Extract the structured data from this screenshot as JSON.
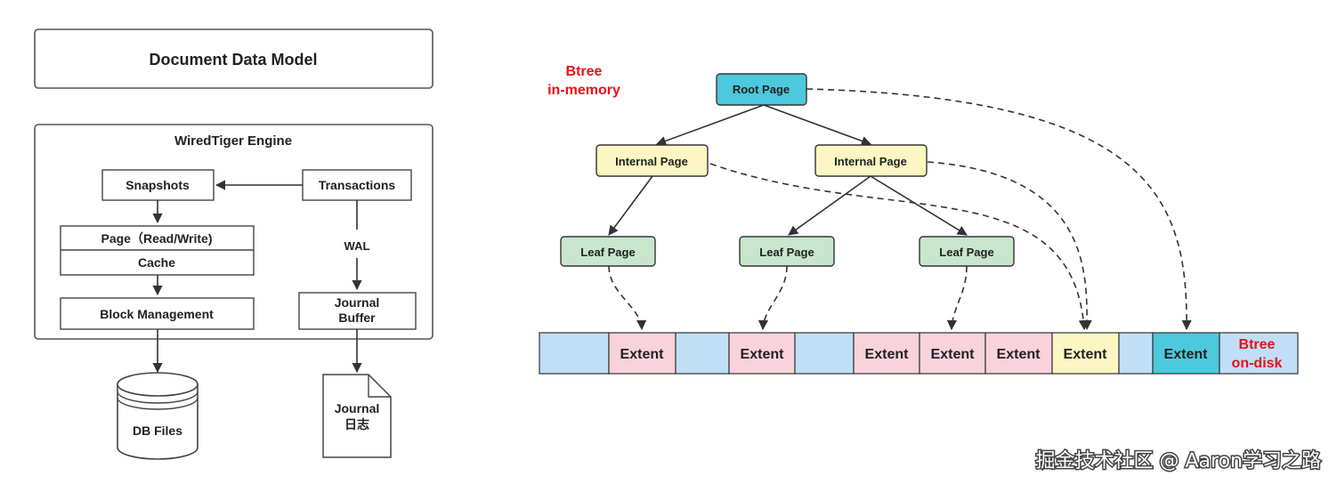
{
  "left": {
    "document_data_model": "Document Data Model",
    "engine_title": "WiredTiger Engine",
    "snapshots": "Snapshots",
    "transactions": "Transactions",
    "page_rw": "Page（Read/Write)",
    "cache": "Cache",
    "block_management": "Block Management",
    "wal": "WAL",
    "journal_buffer_line1": "Journal",
    "journal_buffer_line2": "Buffer",
    "db_files": "DB Files",
    "journal_file_line1": "Journal",
    "journal_file_line2": "日志"
  },
  "right": {
    "btree_mem_line1": "Btree",
    "btree_mem_line2": "in-memory",
    "root_page": "Root Page",
    "internal_page_1": "Internal Page",
    "internal_page_2": "Internal Page",
    "leaf_page_1": "Leaf Page",
    "leaf_page_2": "Leaf Page",
    "leaf_page_3": "Leaf Page",
    "disk_cells": [
      "",
      "Extent",
      "",
      "Extent",
      "",
      "Extent",
      "Extent",
      "Extent",
      "Extent",
      "",
      "Extent",
      "Btree on-disk"
    ],
    "btree_disk_line1": "Btree",
    "btree_disk_line2": "on-disk"
  },
  "colors": {
    "root": "#4dc8dc",
    "internal": "#fcf6c2",
    "leaf": "#c8e6cc",
    "extent_pink": "#f9d3dc",
    "free_blue": "#c0dff7",
    "label_red": "#e8101a"
  },
  "watermark": "掘金技术社区 @ Aaron学习之路"
}
